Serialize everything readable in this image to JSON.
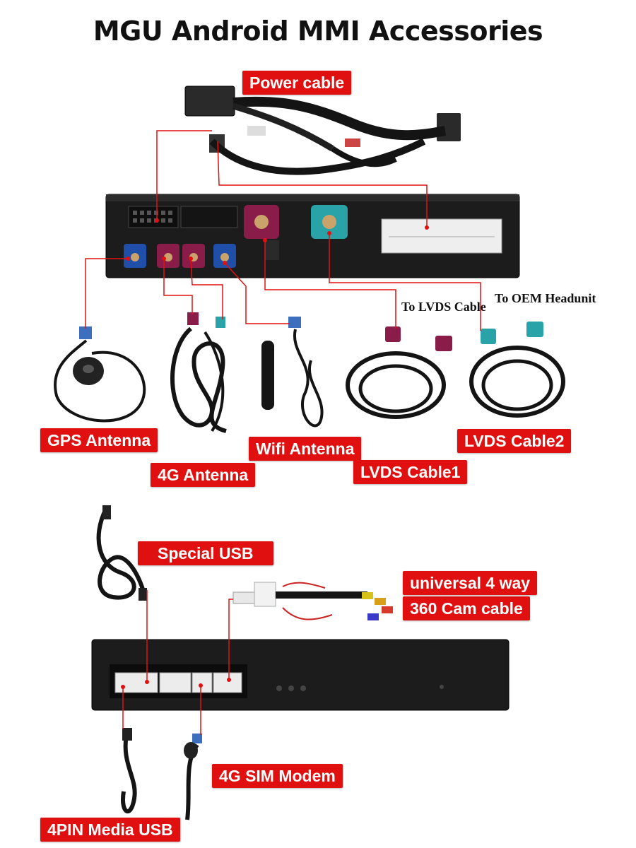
{
  "title": "MGU Android MMI Accessories",
  "labels": {
    "power_cable": "Power cable",
    "gps_antenna": "GPS Antenna",
    "g4_antenna": "4G Antenna",
    "wifi_antenna": "Wifi Antenna",
    "lvds_cable1": "LVDS Cable1",
    "lvds_cable2": "LVDS Cable2",
    "to_lvds_cable": "To LVDS Cable",
    "to_oem_headunit": "To OEM Headunit",
    "special_usb": "Special USB",
    "cam_line1": "universal 4 way",
    "cam_line2": "360 Cam cable",
    "sim_modem": "4G SIM Modem",
    "media_usb": "4PIN Media USB"
  },
  "colors": {
    "label_red": "#e01010",
    "leader_red": "#e01010",
    "box_black": "#1c1c1c",
    "fakra_pink": "#8a1c4a",
    "fakra_blue": "#1f4fa8",
    "fakra_teal": "#2aa3a8"
  }
}
